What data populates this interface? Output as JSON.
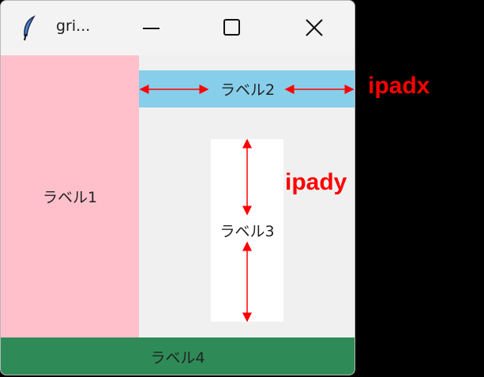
{
  "window": {
    "title": "gri...",
    "controls": {
      "minimize": "minimize",
      "maximize": "maximize",
      "close": "close"
    }
  },
  "labels": {
    "label1": "ラベル1",
    "label2": "ラベル2",
    "label3": "ラベル3",
    "label4": "ラベル4"
  },
  "annotations": {
    "ipadx": "ipadx",
    "ipady": "ipady"
  },
  "colors": {
    "label1_bg": "#ffc0cb",
    "label2_bg": "#87ceeb",
    "label3_bg": "#ffffff",
    "label4_bg": "#2e8b57",
    "annotation": "#ff0000",
    "outside": "#000000"
  }
}
